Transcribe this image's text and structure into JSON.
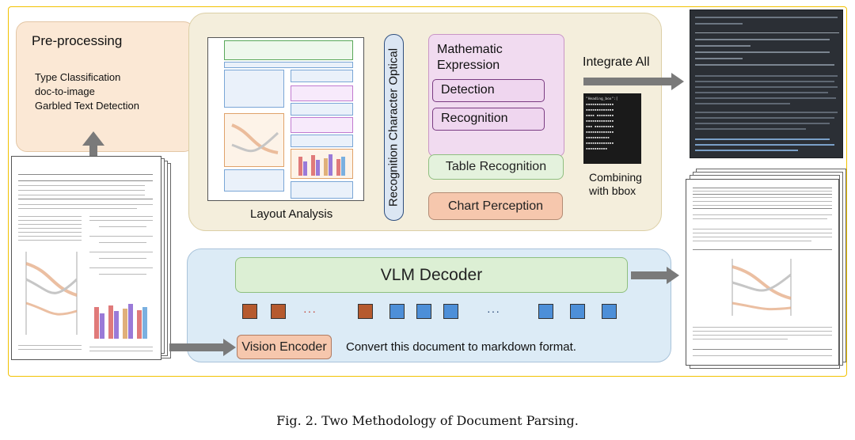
{
  "preprocessing": {
    "title": "Pre-processing",
    "items": [
      "Type Classification",
      "doc-to-image",
      "Garbled Text Detection"
    ]
  },
  "pipeline": {
    "layout_analysis": "Layout Analysis",
    "ocr": "Recognition Character Optical",
    "math": {
      "title_line1": "Mathematic",
      "title_line2": "Expression",
      "detection": "Detection",
      "recognition": "Recognition"
    },
    "table_recognition": "Table Recognition",
    "chart_perception": "Chart Perception",
    "integrate_all": "Integrate All",
    "combining_line1": "Combining",
    "combining_line2": "with bbox"
  },
  "vlm": {
    "decoder": "VLM Decoder",
    "vision_encoder": "Vision Encoder",
    "prompt": "Convert this document to markdown format.",
    "dots": "···"
  },
  "caption": "Fig. 2.  Two Methodology of Document Parsing."
}
